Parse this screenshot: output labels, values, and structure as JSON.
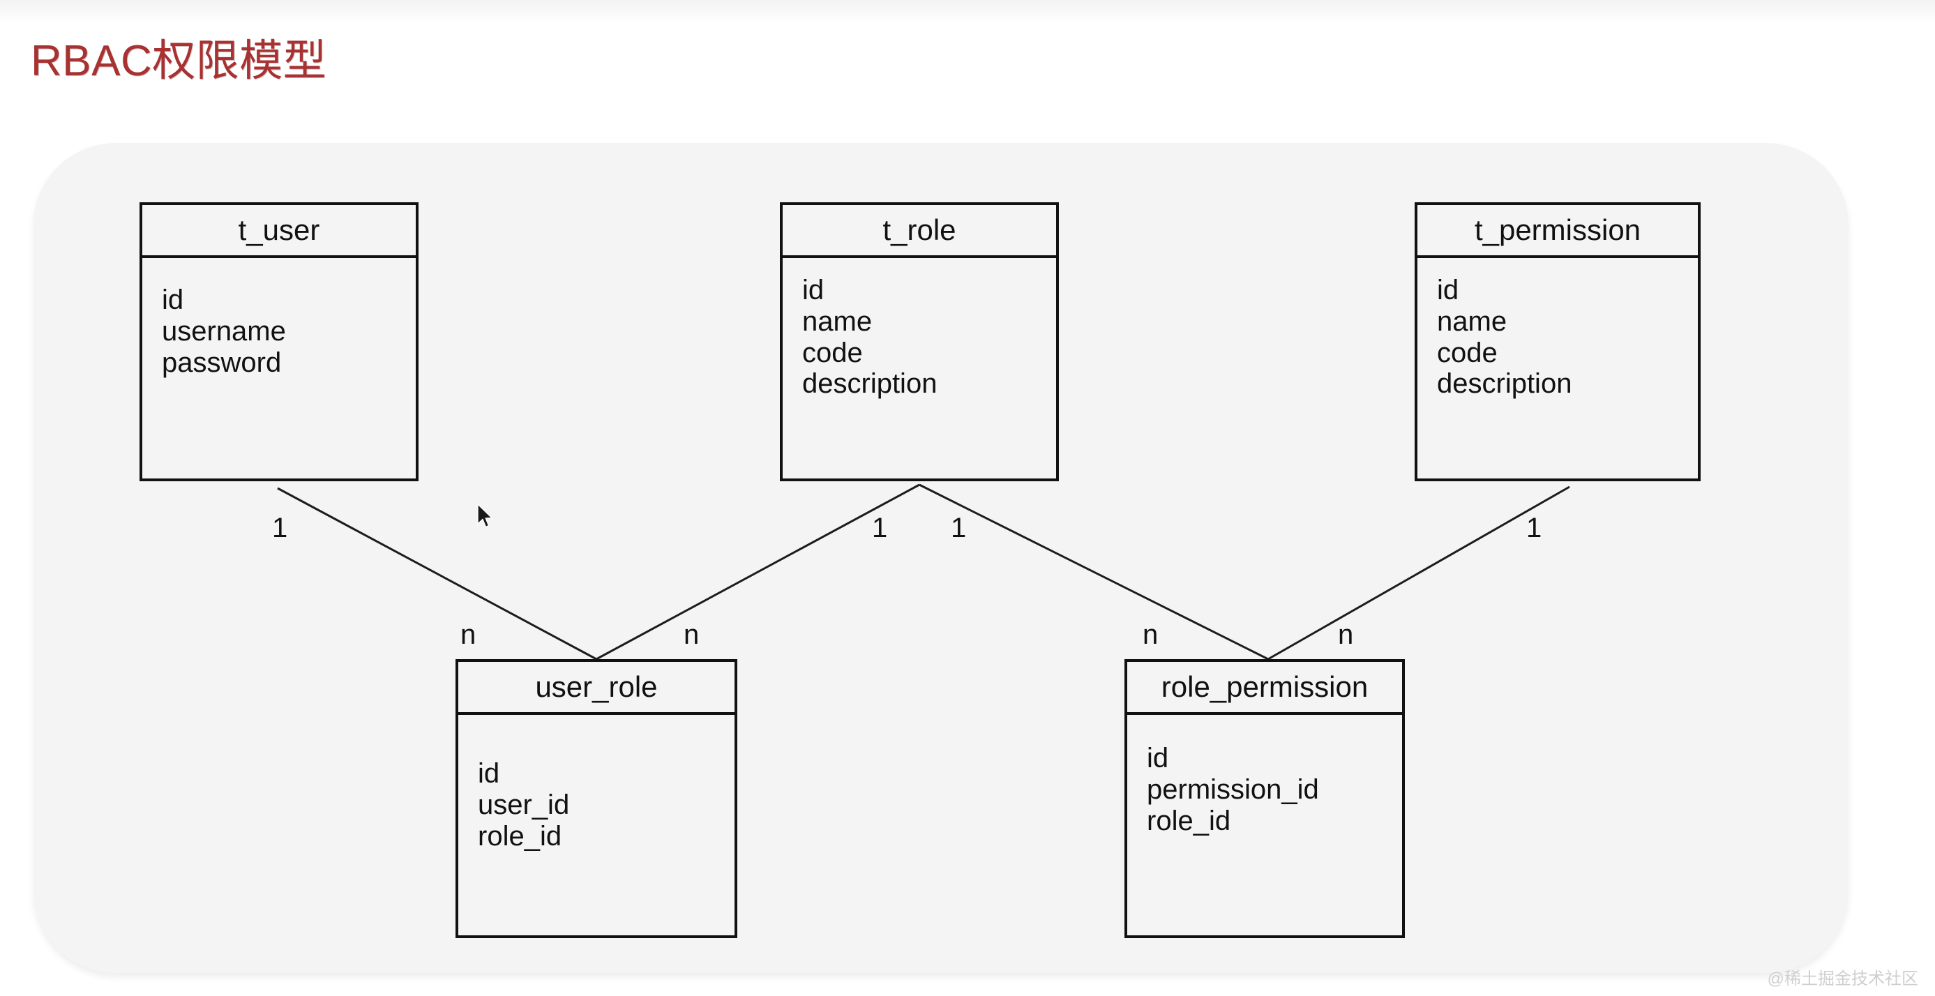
{
  "page": {
    "title": "RBAC权限模型",
    "title_color": "#a83232",
    "panel_color": "#f4f4f4",
    "line_color": "#1c1c1c",
    "watermark": "@稀土掘金技术社区"
  },
  "diagram": {
    "type": "entity-relationship",
    "entities": [
      {
        "id": "t_user",
        "name": "t_user",
        "fields": [
          "id",
          "username",
          "password"
        ]
      },
      {
        "id": "t_role",
        "name": "t_role",
        "fields": [
          "id",
          "name",
          "code",
          "description"
        ]
      },
      {
        "id": "t_permission",
        "name": "t_permission",
        "fields": [
          "id",
          "name",
          "code",
          "description"
        ]
      },
      {
        "id": "user_role",
        "name": "user_role",
        "fields": [
          "id",
          "user_id",
          "role_id"
        ]
      },
      {
        "id": "role_permission",
        "name": "role_permission",
        "fields": [
          "id",
          "permission_id",
          "role_id"
        ]
      }
    ],
    "relationships": [
      {
        "from": "t_user",
        "to": "user_role",
        "from_cardinality": "1",
        "to_cardinality": "n"
      },
      {
        "from": "t_role",
        "to": "user_role",
        "from_cardinality": "1",
        "to_cardinality": "n"
      },
      {
        "from": "t_role",
        "to": "role_permission",
        "from_cardinality": "1",
        "to_cardinality": "n"
      },
      {
        "from": "t_permission",
        "to": "role_permission",
        "from_cardinality": "1",
        "to_cardinality": "n"
      }
    ],
    "cardinality_labels": {
      "user_left_one": "1",
      "user_role_left_n": "n",
      "role_left_one": "1",
      "role_right_one": "1",
      "user_role_right_n": "n",
      "role_permission_left_n": "n",
      "role_permission_right_n": "n",
      "permission_right_one": "1"
    }
  }
}
